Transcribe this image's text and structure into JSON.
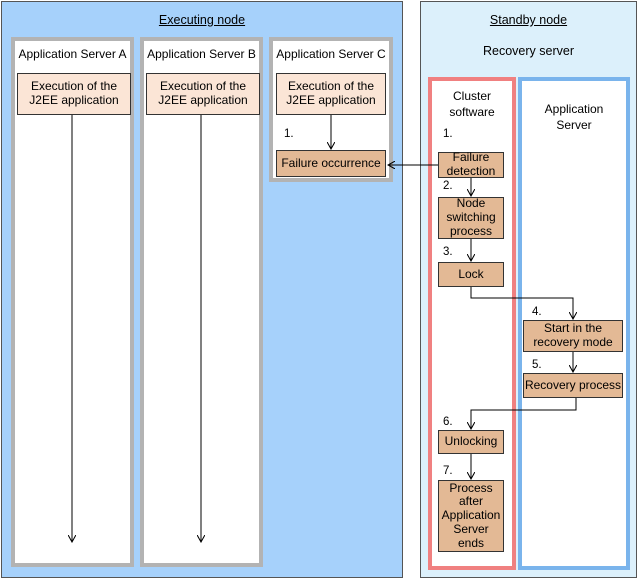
{
  "executing_node": {
    "title": "Executing node",
    "servers": [
      {
        "label": "Application Server A",
        "task": "Execution of the J2EE application"
      },
      {
        "label": "Application Server B",
        "task": "Execution of the J2EE application"
      },
      {
        "label": "Application Server C",
        "task": "Execution of the J2EE application"
      }
    ],
    "failure_step": "1.",
    "failure_box": "Failure occurrence"
  },
  "standby_node": {
    "title": "Standby node",
    "subtitle": "Recovery server",
    "cluster_title": "Cluster software",
    "appserver_title": "Application Server",
    "steps": [
      {
        "num": "1.",
        "label": "Failure detection"
      },
      {
        "num": "2.",
        "label": "Node switching process"
      },
      {
        "num": "3.",
        "label": "Lock"
      },
      {
        "num": "4.",
        "label": "Start in the recovery mode"
      },
      {
        "num": "5.",
        "label": "Recovery process"
      },
      {
        "num": "6.",
        "label": "Unlocking"
      },
      {
        "num": "7.",
        "label": "Process after Application Server ends"
      }
    ]
  },
  "colors": {
    "executing_bg": "#a6d1fb",
    "standby_bg": "#dcf0fb",
    "task_box": "#fbe5d6",
    "step_box": "#e3b995",
    "cluster_border": "#f08080",
    "appserver_border": "#7ab4ec",
    "server_border": "#b3b3b3"
  }
}
